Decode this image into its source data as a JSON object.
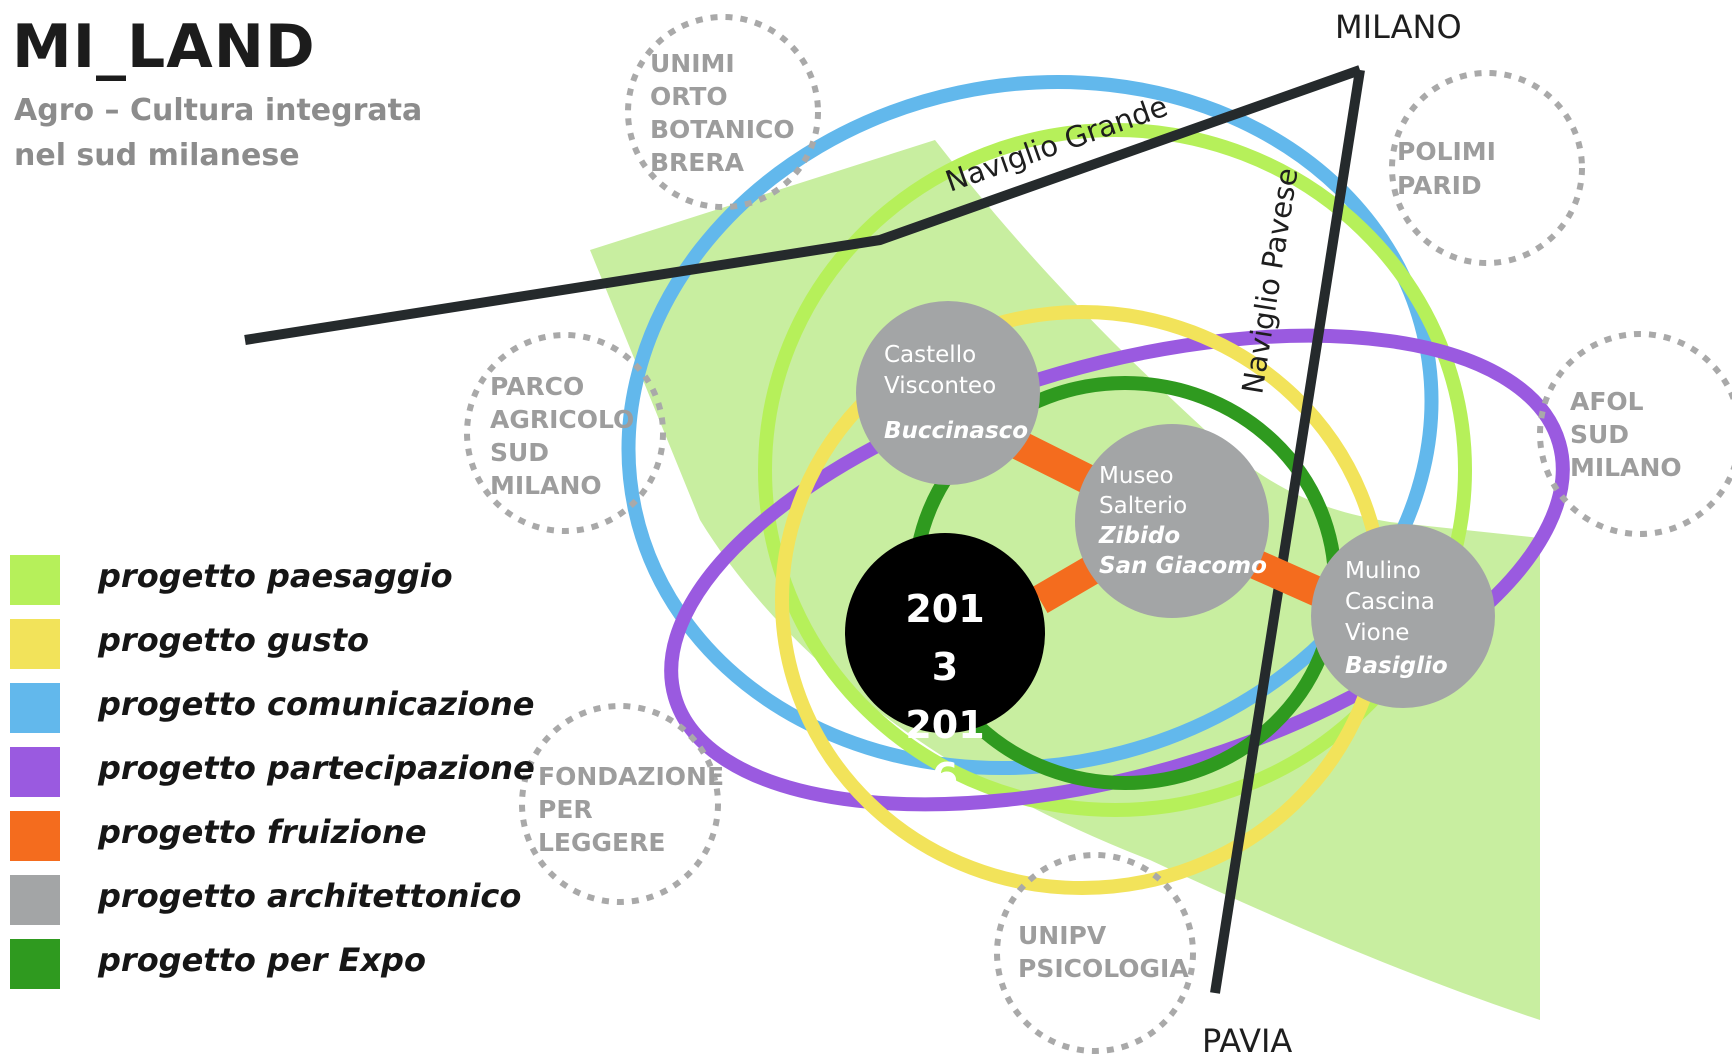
{
  "title": "MI_LAND",
  "subtitle": [
    "Agro – Cultura integrata",
    "nel sud milanese"
  ],
  "colors": {
    "paesaggio": "#b6f05a",
    "gusto": "#f2e35a",
    "comunicazione": "#62b8ec",
    "partecipazione": "#9a5ae0",
    "fruizione": "#f46c1e",
    "architettonico": "#a3a5a6",
    "expo": "#2f9a1f",
    "area": "#c8eea0",
    "canal": "#252a2c",
    "partner_text": "#9d9d9d",
    "partner_ring": "#a9a9a9"
  },
  "legend": [
    {
      "label": "progetto paesaggio",
      "color": "#b6f05a"
    },
    {
      "label": "progetto gusto",
      "color": "#f2e35a"
    },
    {
      "label": "progetto comunicazione",
      "color": "#62b8ec"
    },
    {
      "label": "progetto partecipazione",
      "color": "#9a5ae0"
    },
    {
      "label": "progetto fruizione",
      "color": "#f46c1e"
    },
    {
      "label": "progetto architettonico",
      "color": "#a3a5a6"
    },
    {
      "label": "progetto per Expo",
      "color": "#2f9a1f"
    }
  ],
  "cities": {
    "north": "MILANO",
    "south": "PAVIA"
  },
  "canals": {
    "grande": "Naviglio Grande",
    "pavese": "Naviglio Pavese"
  },
  "partners": {
    "unimi": [
      "UNIMI",
      "ORTO",
      "BOTANICO",
      "BRERA"
    ],
    "polimi": [
      "POLIMI",
      "PARID"
    ],
    "parco": [
      "PARCO",
      "AGRICOLO",
      "SUD",
      "MILANO"
    ],
    "afol": [
      "AFOL",
      "SUD",
      "MILANO"
    ],
    "fondazione": [
      "FONDAZIONE",
      "PER",
      "LEGGERE"
    ],
    "unipv": [
      "UNIPV",
      "PSICOLOGIA"
    ]
  },
  "sites": {
    "buccinasco": {
      "lines": [
        "Castello",
        "Visconteo"
      ],
      "place": "Buccinasco"
    },
    "zibido": {
      "lines": [
        "Museo",
        "Salterio"
      ],
      "place": [
        "Zibido",
        "San Giacomo"
      ]
    },
    "basiglio": {
      "lines": [
        "Mulino",
        "Cascina",
        "Vione"
      ],
      "place": "Basiglio"
    }
  },
  "years": [
    "201",
    "3",
    "201",
    "6"
  ]
}
